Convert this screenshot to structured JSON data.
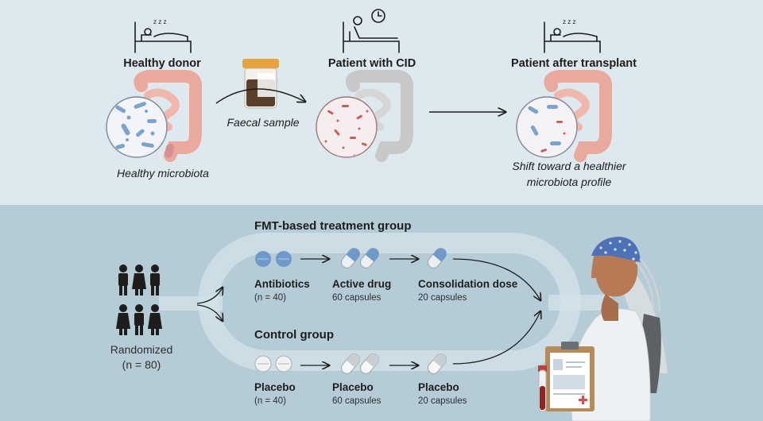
{
  "top": {
    "donor_label": "Healthy donor",
    "donor_caption": "Healthy microbiota",
    "sample_label": "Faecal sample",
    "patient_label": "Patient with CID",
    "after_label": "Patient after transplant",
    "after_caption_line1": "Shift toward a healthier",
    "after_caption_line2": "microbiota profile"
  },
  "bottom": {
    "randomized_label": "Randomized",
    "randomized_n": "(n = 80)",
    "fmt_group": {
      "title": "FMT-based treatment group",
      "steps": [
        {
          "label": "Antibiotics",
          "sub": "(n = 40)"
        },
        {
          "label": "Active drug",
          "sub": "60 capsules"
        },
        {
          "label": "Consolidation dose",
          "sub": "20 capsules"
        }
      ]
    },
    "control_group": {
      "title": "Control group",
      "steps": [
        {
          "label": "Placebo",
          "sub": "(n = 40)"
        },
        {
          "label": "Placebo",
          "sub": "60 capsules"
        },
        {
          "label": "Placebo",
          "sub": "20 capsules"
        }
      ]
    }
  },
  "colors": {
    "top_bg": "#dde9ef",
    "bottom_bg": "#b5ccd7",
    "active_capsule": "#6d9ac9",
    "placebo_capsule": "#f2f2f2",
    "healthy_gut": "#e9a99c",
    "diseased_gut": "#c8c8c8"
  }
}
